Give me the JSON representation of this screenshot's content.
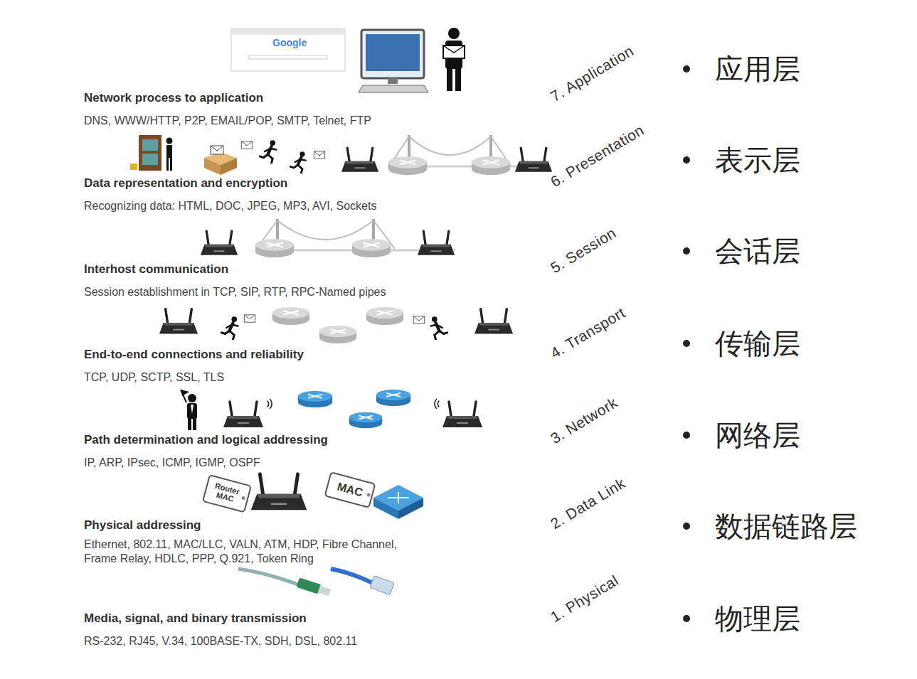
{
  "diagram": {
    "nodes": [
      {
        "text": [
          "7. Application",
          "Network process to application",
          "DNS, WWW/HTTP, P2P, EMAIL/POP, SMTP, Telnet, FTP"
        ]
      },
      {
        "text": [
          "6. Presentation",
          "Data representation and encryption",
          "Recognizing data: HTML, DOC, JPEG, MP3, AVI, Sockets"
        ]
      },
      {
        "text": [
          "5. Session",
          "Interhost communication",
          "Session establishment in TCP, SIP, RTP, RPC-Named pipes"
        ]
      },
      {
        "text": [
          "4. Transport",
          "End-to-end connections and reliability",
          "TCP, UDP, SCTP, SSL, TLS"
        ]
      },
      {
        "text": [
          "3. Network",
          "Path determination and logical addressing",
          "IP, ARP, IPsec, ICMP, IGMP, OSPF"
        ]
      },
      {
        "text": [
          "2. Data Link",
          "Physical addressing",
          "Ethernet, 802.11, MAC/LLC, VALN, ATM, HDP, Fibre Channel, Frame Relay, HDLC, PPP, Q.921, Token Ring"
        ]
      },
      {
        "text": [
          "1. Physical",
          "Media, signal, and binary transmission",
          "RS-232, RJ45, V.34, 100BASE-TX, SDH, DSL, 802.11"
        ]
      }
    ],
    "labels": [
      "Google",
      "Router MAC",
      "MAC",
      "应用层",
      "表示层",
      "会话层",
      "传输层",
      "网络层",
      "数据链路层",
      "物理层"
    ]
  }
}
